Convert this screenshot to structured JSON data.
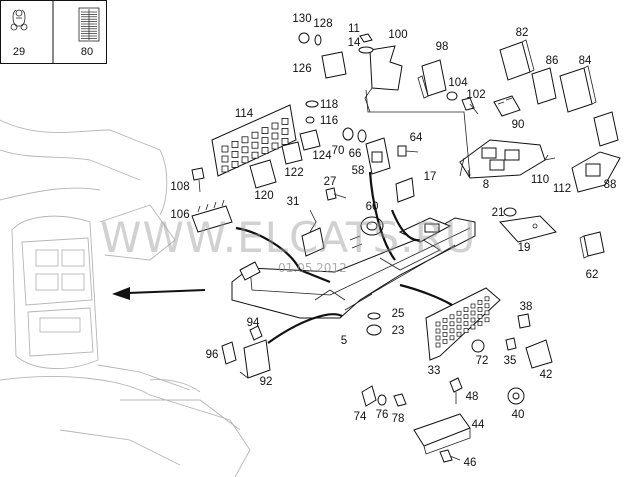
{
  "inset": {
    "items": [
      {
        "number": "29",
        "icon": "clip-icon"
      },
      {
        "number": "80",
        "icon": "fuse-strip-icon"
      }
    ]
  },
  "callouts": [
    "130",
    "128",
    "11",
    "14",
    "100",
    "98",
    "82",
    "86",
    "84",
    "126",
    "104",
    "102",
    "90",
    "114",
    "118",
    "116",
    "70",
    "66",
    "64",
    "124",
    "122",
    "58",
    "120",
    "27",
    "17",
    "8",
    "110",
    "112",
    "88",
    "108",
    "106",
    "31",
    "60",
    "21",
    "19",
    "62",
    "25",
    "23",
    "38",
    "94",
    "5",
    "72",
    "35",
    "42",
    "96",
    "92",
    "33",
    "48",
    "40",
    "74",
    "76",
    "78",
    "44",
    "46"
  ],
  "watermark": {
    "text": "WWW.ELCATS.RU",
    "date": "01.05.2012"
  },
  "colors": {
    "line": "#111111",
    "ghost": "#b5b5b5",
    "watermark": "#9a9a9a"
  }
}
